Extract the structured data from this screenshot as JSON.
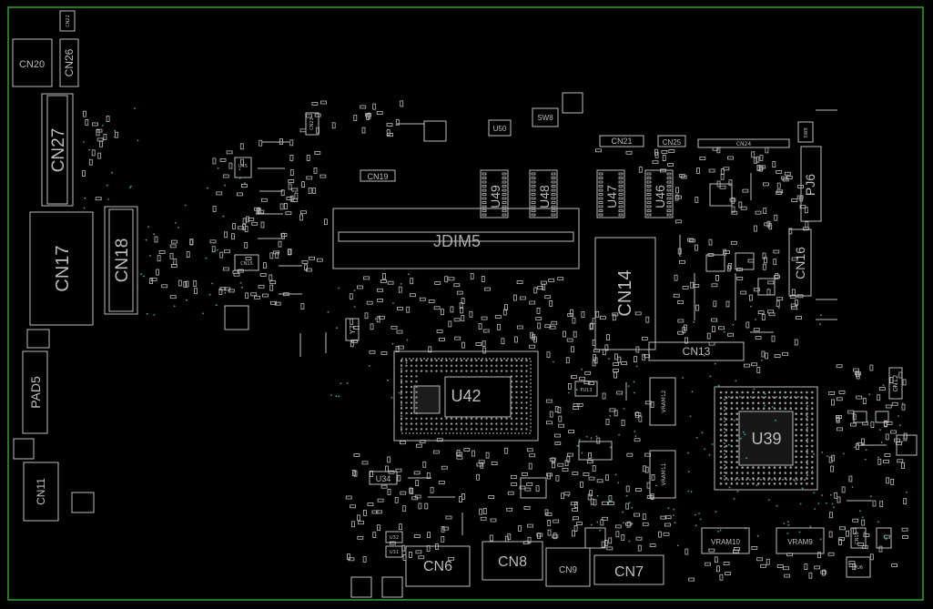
{
  "colors": {
    "background": "#000000",
    "outline": "#2fa52f",
    "silkscreen": "#bdbdbd",
    "via": "#3aa7a0"
  },
  "labels": {
    "cn22": "CN22",
    "cn20": "CN20",
    "cn26": "CN26",
    "cn27": "CN27",
    "cn17": "CN17",
    "cn18": "CN18",
    "pad5": "PAD5",
    "cn11": "CN11",
    "jdim5": "JDIM5",
    "cn19": "CN19",
    "u50": "U50",
    "sw8": "SW8",
    "cn21": "CN21",
    "cn25": "CN25",
    "cn24": "CN24",
    "sw9": "SW9",
    "pj6": "PJ6",
    "u49": "U49",
    "u48": "U48",
    "u47": "U47",
    "u46": "U46",
    "cn14": "CN14",
    "cn16": "CN16",
    "cn13": "CN13",
    "cn12": "CN12",
    "u42": "U42",
    "u39": "U39",
    "y7": "Y7",
    "u34": "U34",
    "vram12": "VRAM12",
    "vram11": "VRAM11",
    "vram10": "VRAM10",
    "vram9": "VRAM9",
    "cn6": "CN6",
    "cn8": "CN8",
    "cn9": "CN9",
    "cn7": "CN7",
    "cn15": "CN15",
    "cn23": "CN23",
    "pu13": "PU13",
    "cn10": "CN10",
    "pu6": "PU6",
    "u32": "U32",
    "u31": "U31",
    "u45": "U45"
  }
}
